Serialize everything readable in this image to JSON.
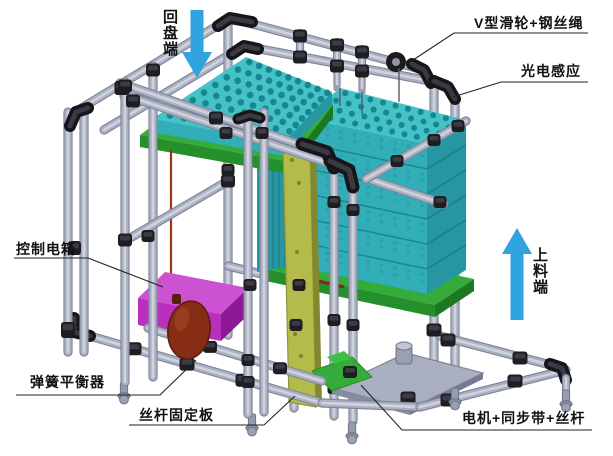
{
  "diagram": {
    "description": "3D CAD view of a tray lifting machine built from pipe racking, with Chinese callout labels",
    "background": "#ffffff",
    "labels": {
      "pulley": "V型滑轮+钢丝绳",
      "photoelectric": "光电感应",
      "control_box": "控制电箱",
      "spring_balancer": "弹簧平衡器",
      "screw_plate": "丝杆固定板",
      "motor": "电机+同步带+丝杆",
      "return_end": "回盘端",
      "feed_end": "上料端"
    },
    "arrows": {
      "return_end_direction": "down",
      "feed_end_direction": "up",
      "color": "#2aa4e4"
    },
    "colors": {
      "tray": "#3cc4c8",
      "plate_green": "#2fae33",
      "fixing_plate_yellow": "#b5bc42",
      "control_box_magenta": "#c22cc6",
      "balancer_red": "#8c2c12",
      "pipe_silver": "#aab0c2",
      "joint_black": "#1d1d22"
    }
  }
}
